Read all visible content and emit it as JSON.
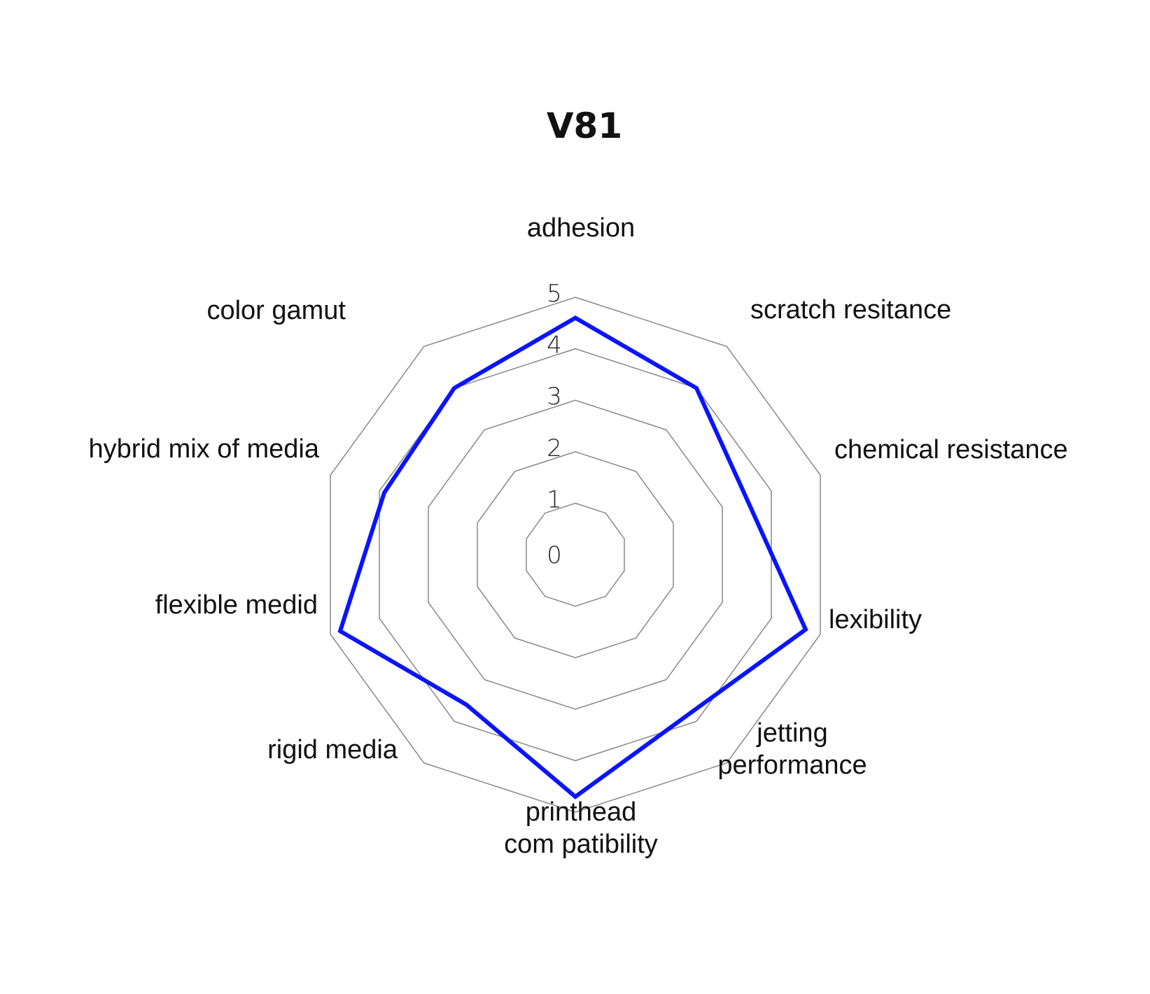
{
  "chart_data": {
    "type": "radar",
    "title": "V81",
    "axes": [
      "adhesion",
      "scratch resitance",
      "chemical resistance",
      "lexibility",
      "jetting\nperformance",
      "printhead\ncom patibility",
      "rigid media",
      "flexible medid",
      "hybrid mix of media",
      "color gamut"
    ],
    "range": [
      0,
      5
    ],
    "tick_labels": [
      "0",
      "1",
      "2",
      "3",
      "4",
      "5"
    ],
    "grid": true,
    "series": [
      {
        "values": [
          4.6,
          4.0,
          3.5,
          4.7,
          3.8,
          4.7,
          3.6,
          4.8,
          3.9,
          4.0
        ],
        "color": "#0a14ff"
      }
    ]
  }
}
